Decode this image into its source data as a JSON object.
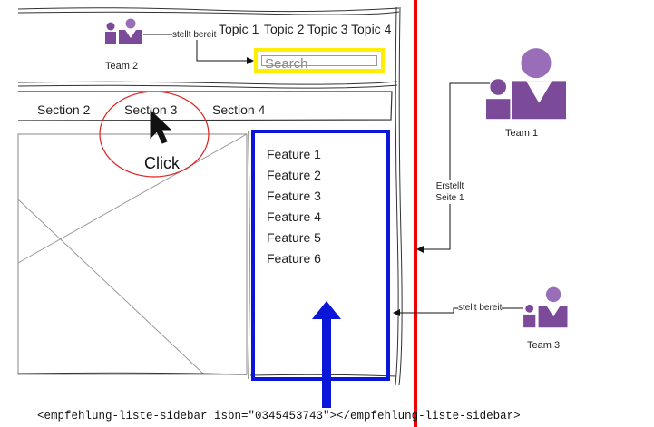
{
  "header": {
    "topics": [
      "Topic 1",
      "Topic 2",
      "Topic 3",
      "Topic 4"
    ],
    "search_placeholder": "Search"
  },
  "nav": {
    "sections": [
      "Section 2",
      "Section 3",
      "Section 4"
    ]
  },
  "annotations": {
    "click_label": "Click",
    "provides_label_team2": "stellt bereit",
    "creates_label": "Erstellt Seite 1",
    "provides_label_team3": "stellt bereit"
  },
  "sidebar": {
    "features": [
      "Feature 1",
      "Feature 2",
      "Feature 3",
      "Feature 4",
      "Feature 5",
      "Feature 6"
    ]
  },
  "teams": {
    "team1": "Team 1",
    "team2": "Team 2",
    "team3": "Team 3"
  },
  "code_snippet": "<empfehlung-liste-sidebar isbn=\"0345453743\"></empfehlung-liste-sidebar>",
  "colors": {
    "team_purple": "#7b4a98",
    "team_purple_light": "#9a6db8",
    "highlight_yellow": "#ffee00",
    "sidebar_blue": "#0a16d8",
    "boundary_red": "#ee0000",
    "click_circle": "#dd2222"
  }
}
